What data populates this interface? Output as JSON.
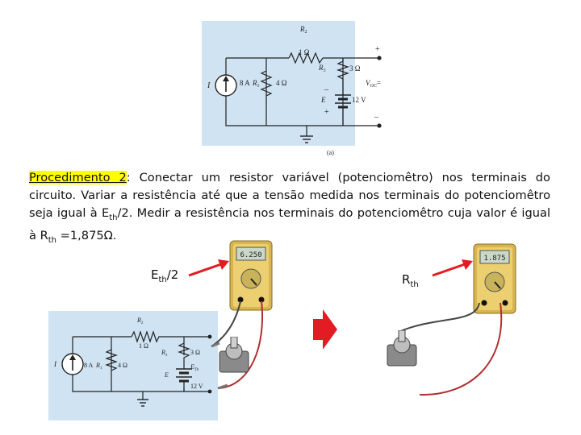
{
  "top_circuit": {
    "r2_label": "R",
    "r2_sub": "2",
    "r2_value": "1 Ω",
    "r3_label": "R",
    "r3_sub": "3",
    "r3_value": "3 Ω",
    "i_label": "I",
    "i_value": "8 A",
    "r1_label": "R",
    "r1_sub": "1",
    "r1_value": "4 Ω",
    "e_label": "E",
    "e_value": "12 V",
    "plus": "+",
    "minus": "–",
    "vout": "V",
    "vout_sub": "OC",
    "vout_eq": "=",
    "caption": "(a)"
  },
  "procedure": {
    "label": "Procedimento 2",
    "line1": ": Conectar um resistor variável (potenciomêtro) nos terminais do circuito. Variar a resistência até que a tensão medida nos terminais do potenciomêtro seja igual à E",
    "eth_sub": "th",
    "line2": "/2. Medir a resistência nos terminais do potenciomêtro cuja valor é igual à R",
    "rth_sub": "th",
    "line3": " =1,875Ω."
  },
  "labels": {
    "eth_main": "E",
    "eth_sub": "th",
    "eth_tail": "/2",
    "rth_main": "R",
    "rth_sub": "th"
  },
  "meters": {
    "left_display": "6.250",
    "right_display": "1.875"
  },
  "bottom_circuit": {
    "r2_label": "R",
    "r2_sub": "2",
    "r2_value": "1 Ω",
    "r3_label": "R",
    "r3_sub": "3",
    "r3_value": "3 Ω",
    "i_label": "I",
    "i_value": "8 A",
    "r1_label": "R",
    "r1_sub": "1",
    "r1_value": "4 Ω",
    "e_label": "E",
    "e_value": "12 V",
    "eth_label": "E",
    "eth_sub": "Th"
  },
  "colors": {
    "panel": "#cfe3f3",
    "arrow": "#e31b23",
    "meter_body": "#e8c660",
    "highlight": "#ffff00"
  }
}
